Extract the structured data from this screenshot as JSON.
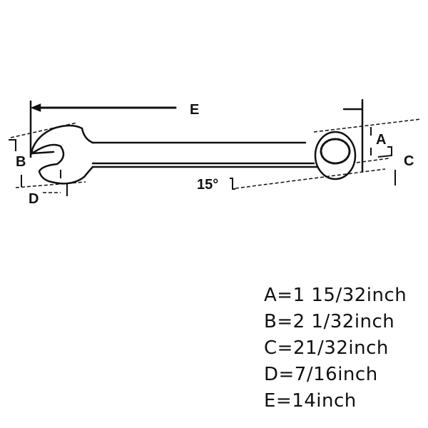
{
  "diagram": {
    "labels": {
      "A": "A",
      "B": "B",
      "C": "C",
      "D": "D",
      "E": "E",
      "angle": "15°"
    }
  },
  "specs": [
    "A=1 15/32inch",
    "B=2 1/32inch",
    "C=21/32inch",
    "D=7/16inch",
    "E=14inch"
  ]
}
